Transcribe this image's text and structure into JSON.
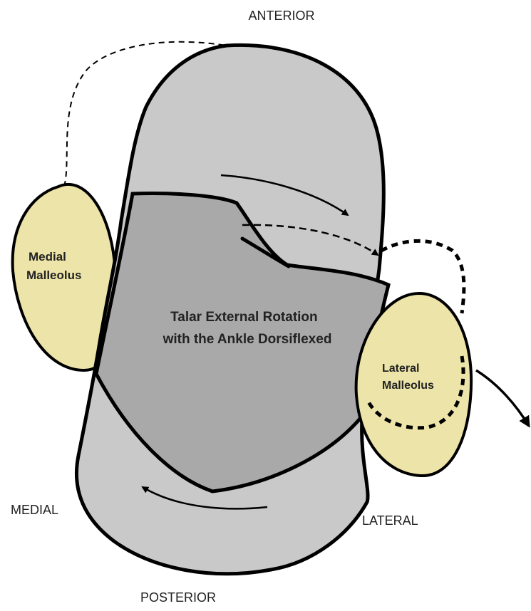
{
  "orientation": {
    "anterior": "ANTERIOR",
    "posterior": "POSTERIOR",
    "medial": "MEDIAL",
    "lateral": "LATERAL"
  },
  "structures": {
    "medial_malleolus": {
      "line1": "Medial",
      "line2": "Malleolus"
    },
    "lateral_malleolus": {
      "line1": "Lateral",
      "line2": "Malleolus"
    },
    "talus": {
      "line1": "Talar External Rotation",
      "line2": "with the Ankle Dorsiflexed"
    }
  },
  "colors": {
    "malleolus_fill": "#ece4a8",
    "outer_fill": "#c9c9c9",
    "talus_fill": "#a9a9a9",
    "outline": "#000000"
  }
}
